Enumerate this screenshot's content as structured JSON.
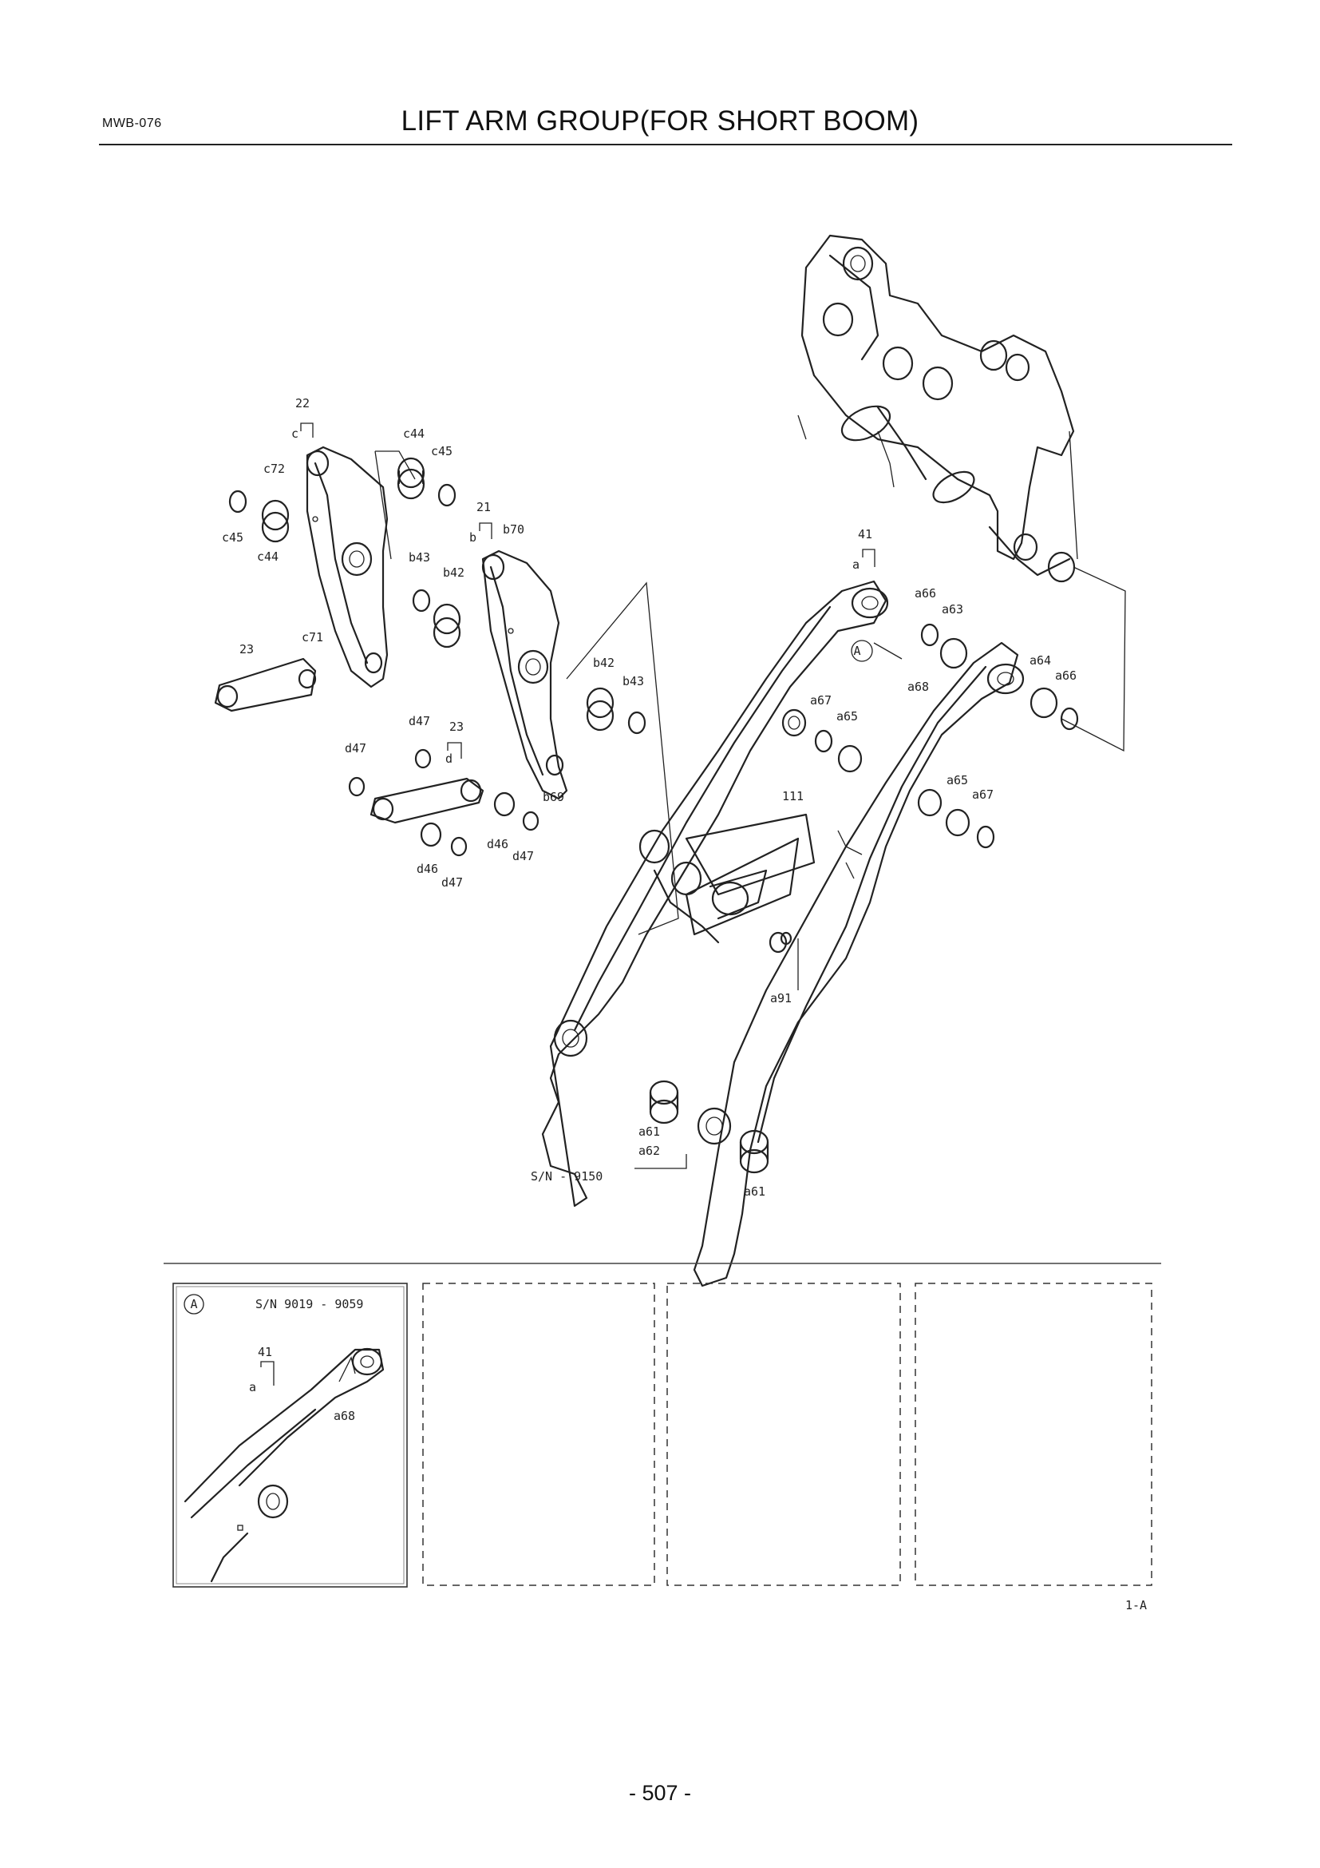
{
  "header": {
    "code": "MWB-076",
    "title": "LIFT ARM GROUP(FOR SHORT BOOM)"
  },
  "callouts": {
    "l22": "22",
    "c": "c",
    "c44_top": "c44",
    "c45_top": "c45",
    "c72": "c72",
    "c45_left": "c45",
    "c44_left": "c44",
    "c71": "c71",
    "l23": "23",
    "l21": "21",
    "b": "b",
    "b70": "b70",
    "b43_top": "b43",
    "b42_top": "b42",
    "b42_mid": "b42",
    "b43_mid": "b43",
    "b69": "b69",
    "d47_top": "d47",
    "l23b": "23",
    "d": "d",
    "d47_left": "d47",
    "d46_right": "d46",
    "d47_right": "d47",
    "d46_bot": "d46",
    "d47_bot": "d47",
    "l41": "41",
    "a": "a",
    "a66_top": "a66",
    "a63": "a63",
    "a64": "a64",
    "a66_right": "a66",
    "a68": "a68",
    "a67_top": "a67",
    "a65_top": "a65",
    "l111": "111",
    "a65_right": "a65",
    "a67_right": "a67",
    "a91": "a91",
    "a61_left": "a61",
    "a62": "a62",
    "a61_right": "a61",
    "sn": "S/N - 9150"
  },
  "detail": {
    "marker": "A",
    "sn_range": "S/N 9019 - 9059",
    "l41": "41",
    "a": "a",
    "a68": "a68"
  },
  "figure_code": "1-A",
  "page_number": "- 507 -"
}
